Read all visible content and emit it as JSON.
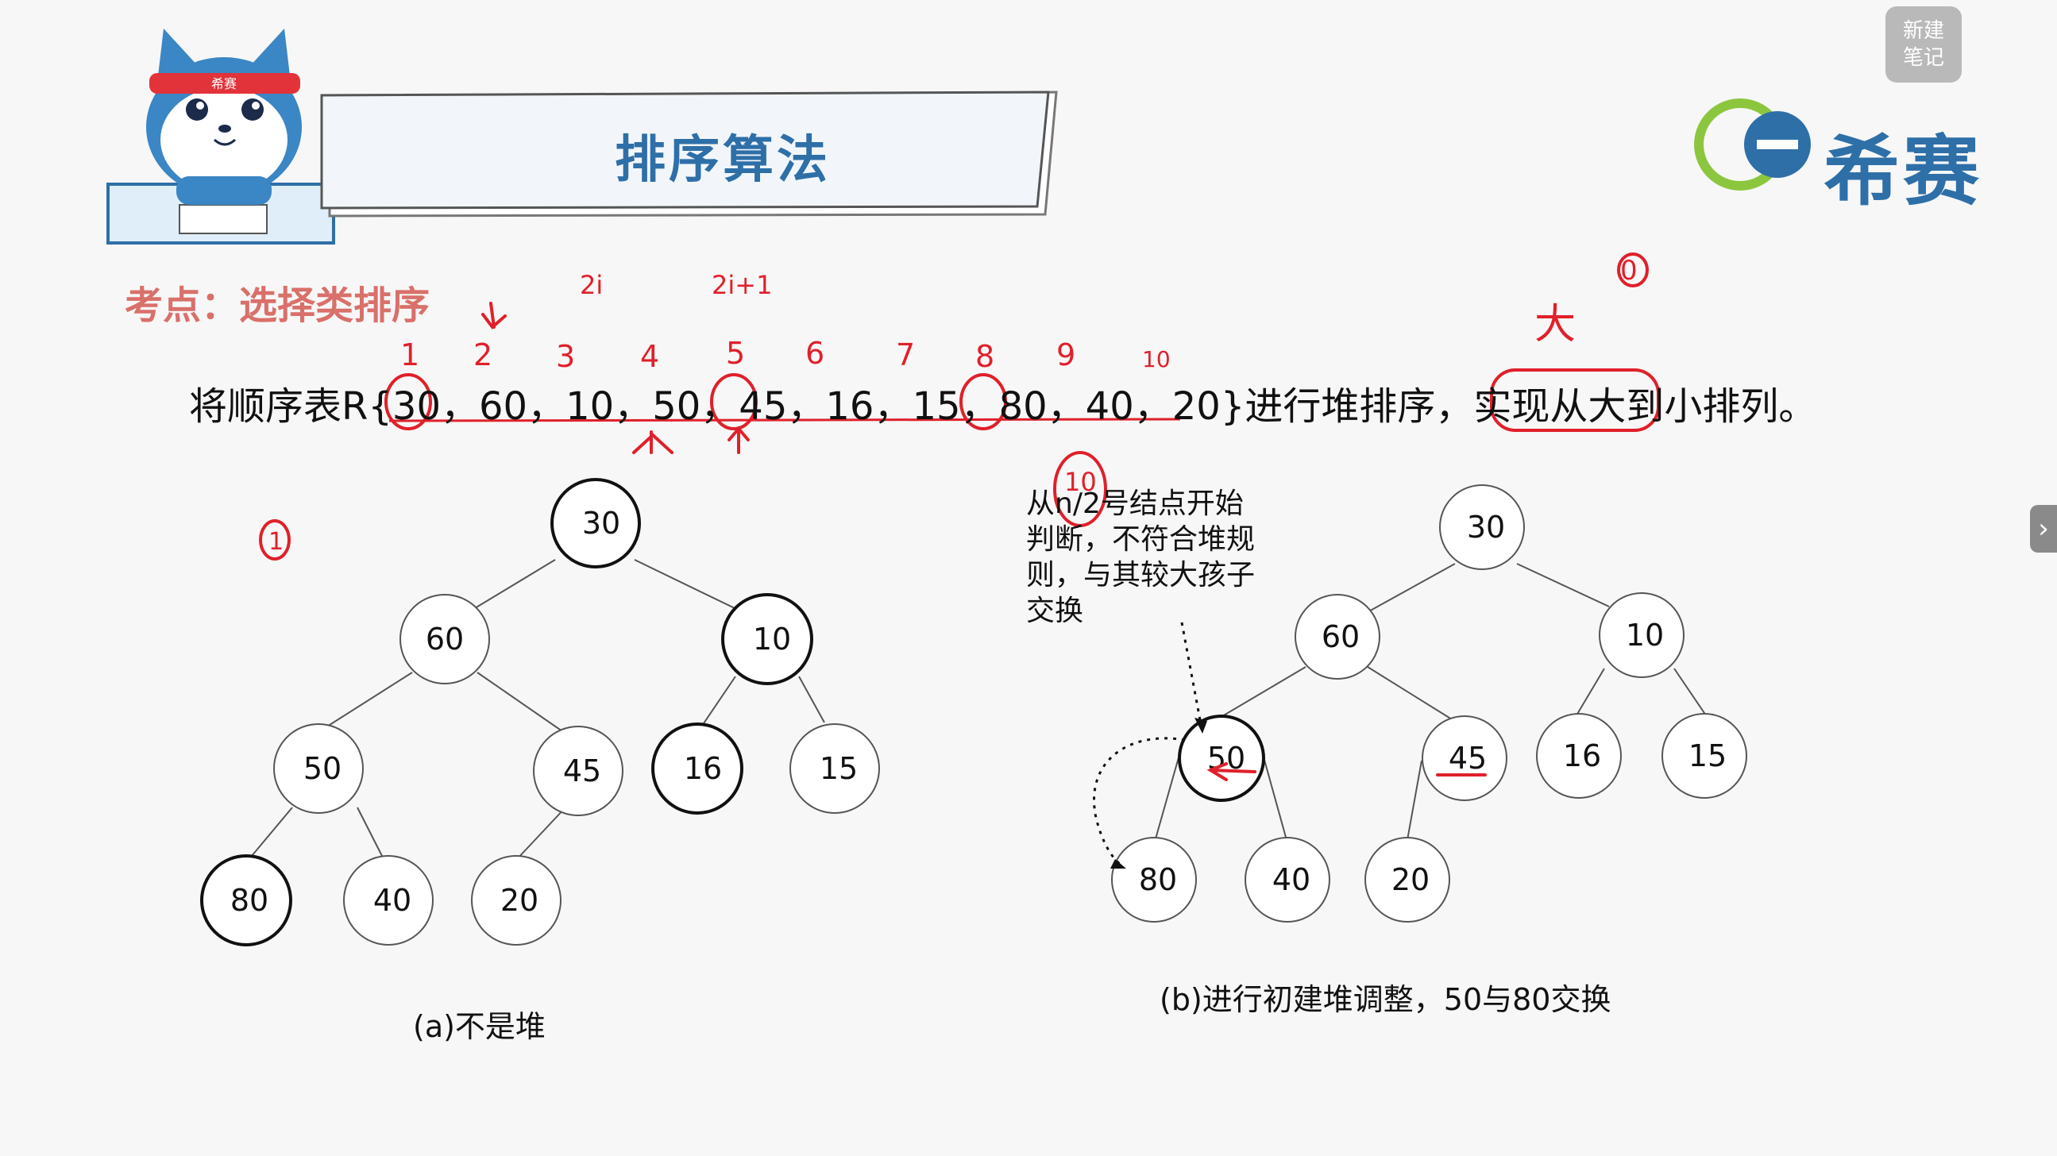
{
  "toolbar": {
    "new_note_line1": "新建",
    "new_note_line2": "笔记"
  },
  "header": {
    "title": "排序算法",
    "brand": "希赛",
    "mascot_badge": "希赛"
  },
  "kaodian": "考点：选择类排序",
  "statement": {
    "prefix": "将顺序表R{",
    "values": [
      "30",
      "60",
      "10",
      "50",
      "45",
      "16",
      "15",
      "80",
      "40",
      "20"
    ],
    "separator": "，",
    "suffix_a": "}进行堆排序，实现",
    "suffix_highlight": "从大到小",
    "suffix_b": "排列。"
  },
  "tree_a": {
    "caption": "(a)不是堆",
    "nodes": [
      "30",
      "60",
      "10",
      "50",
      "45",
      "16",
      "15",
      "80",
      "40",
      "20"
    ]
  },
  "tree_b": {
    "caption": "(b)进行初建堆调整，50与80交换",
    "nodes": [
      "30",
      "60",
      "10",
      "50",
      "45",
      "16",
      "15",
      "80",
      "40",
      "20"
    ],
    "annotation": [
      "从n/2号结点开始",
      "判断，不符合堆规",
      "则，与其较大孩子",
      "交换"
    ]
  },
  "handwriting": {
    "index_labels": [
      "1",
      "2",
      "3",
      "4",
      "5",
      "6",
      "7",
      "8",
      "9",
      "10"
    ],
    "note_2i": "2i",
    "note_2i1": "2i+1",
    "note_da": "大",
    "note_zero": "0",
    "note_one": "1",
    "note_ten": "10",
    "color": "#e0202a"
  },
  "colors": {
    "title_blue": "#2e6fa8",
    "kaodian_red": "#d9706a",
    "ink_red": "#e0202a"
  }
}
